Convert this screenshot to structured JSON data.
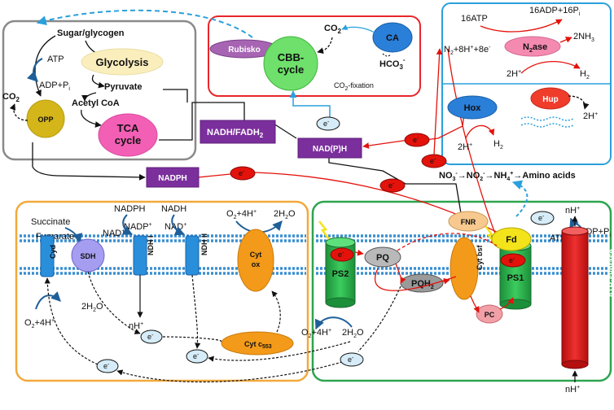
{
  "carbon_metabolism": {
    "sugar": "Sugar/glycogen",
    "glycolysis": "Glycolysis",
    "pyruvate": "Pyruvate",
    "acetyl_coa": "Acetyl CoA",
    "tca": [
      "TCA",
      "cycle"
    ],
    "opp": "OPP",
    "atp": "ATP",
    "adp": "ADP+P",
    "adp_sub": "i",
    "co2": "CO",
    "co2_sub": "2"
  },
  "carbon_fixation": {
    "rubisko": "Rubisko",
    "cbb": [
      "CBB-",
      "cycle"
    ],
    "co2": "CO",
    "co2_sub": "2",
    "ca": "CA",
    "hco3": "HCO",
    "hco3_sub": "3",
    "hco3_sup": "-",
    "label": "CO",
    "label_sub": "2",
    "label_tail": "-fixation"
  },
  "nitrogen": {
    "atp16": "16ATP",
    "adp16": "16ADP+16P",
    "adp16_sub": "i",
    "reactants": "N",
    "reactants_sub": "2",
    "reactants_tail": "+8H",
    "reactants_sup1": "+",
    "reactants_tail2": "+8e",
    "reactants_sup2": "-",
    "n2ase": "N",
    "n2ase_sub": "2",
    "n2ase_tail": "ase",
    "nh3": "2NH",
    "nh3_sub": "3",
    "h_plus": "2H",
    "h_plus_sup": "+",
    "h2": "H",
    "h2_sub": "2",
    "hox": "Hox",
    "hup": "Hup",
    "hox_h": "2H",
    "hox_h_sup": "+",
    "hox_h2": "H",
    "hox_h2_sub": "2",
    "hup_h": "2H",
    "hup_h_sup": "+",
    "pathway": [
      "NO",
      "3",
      "-",
      "→NO",
      "2",
      "-",
      "→NH",
      "4",
      "+",
      "→Amino acids"
    ]
  },
  "central": {
    "nadh_fadh": "NADH/FADH",
    "nadh_fadh_sub": "2",
    "nadph": "NADPH",
    "nadp_h": "NAD(P)H",
    "e": "e",
    "e_sup": "-"
  },
  "respiration": {
    "succinate": "Succinate",
    "fumarate": "Fumarate",
    "nad_plus": "NAD",
    "nad_plus_sup": "+",
    "sdh": "SDH",
    "cyd": "Cyd",
    "nadph": "NADPH",
    "nadp_plus": "NADP",
    "nadp_plus_sup": "+",
    "ndh1": "NDH I",
    "nadh": "NADH",
    "nad2_plus": "NAD",
    "nad2_plus_sup": "+",
    "ndh2": "NDH II",
    "o2": "O",
    "o2_sub": "2",
    "o2_tail": "+4H",
    "o2_sup": "+",
    "h2o": "2H",
    "h2o_sub": "2",
    "h2o_tail": "O",
    "cyt_ox": [
      "Cyt",
      "ox"
    ],
    "cyt_c": "Cyt c",
    "cyt_c_sub": "553",
    "nh": "nH",
    "nh_sup": "+",
    "cyd_o2": "O",
    "cyd_o2_sub": "2",
    "cyd_o2_tail": "+4H",
    "cyd_o2_sup": "+",
    "cyd_h2o": "2H",
    "cyd_h2o_sub": "2",
    "cyd_h2o_tail": "O"
  },
  "photosynthesis": {
    "ps2": "PS2",
    "ps1": "PS1",
    "pq": "PQ",
    "pqh2": "PQH",
    "pqh2_sub": "2",
    "cyt_bsf": "Cyt bsf",
    "pc": "PC",
    "fnr": "FNR",
    "fd": "Fd",
    "atp": "ATP",
    "adp": "ADP+P",
    "adp_sub": "i",
    "nh_top": "nH",
    "nh_top_sup": "+",
    "nh_bottom": "nH",
    "nh_bottom_sup": "+",
    "atp_synthase": "ATP-syntase",
    "o2": "O",
    "o2_sub": "2",
    "o2_tail": "+4H",
    "o2_sup": "+",
    "h2o": "2H",
    "h2o_sub": "2",
    "h2o_tail": "O"
  },
  "colors": {
    "carbon_box": "#8a8a8a",
    "fixation_box": "#e8262a",
    "nitrogen_box": "#2aa0dc",
    "respiration_box": "#f2a93b",
    "photosynthesis_box": "#2ea44f",
    "purple": "#7b2f9c",
    "electron": "#e3120b",
    "membrane": "#3a8fd0"
  }
}
